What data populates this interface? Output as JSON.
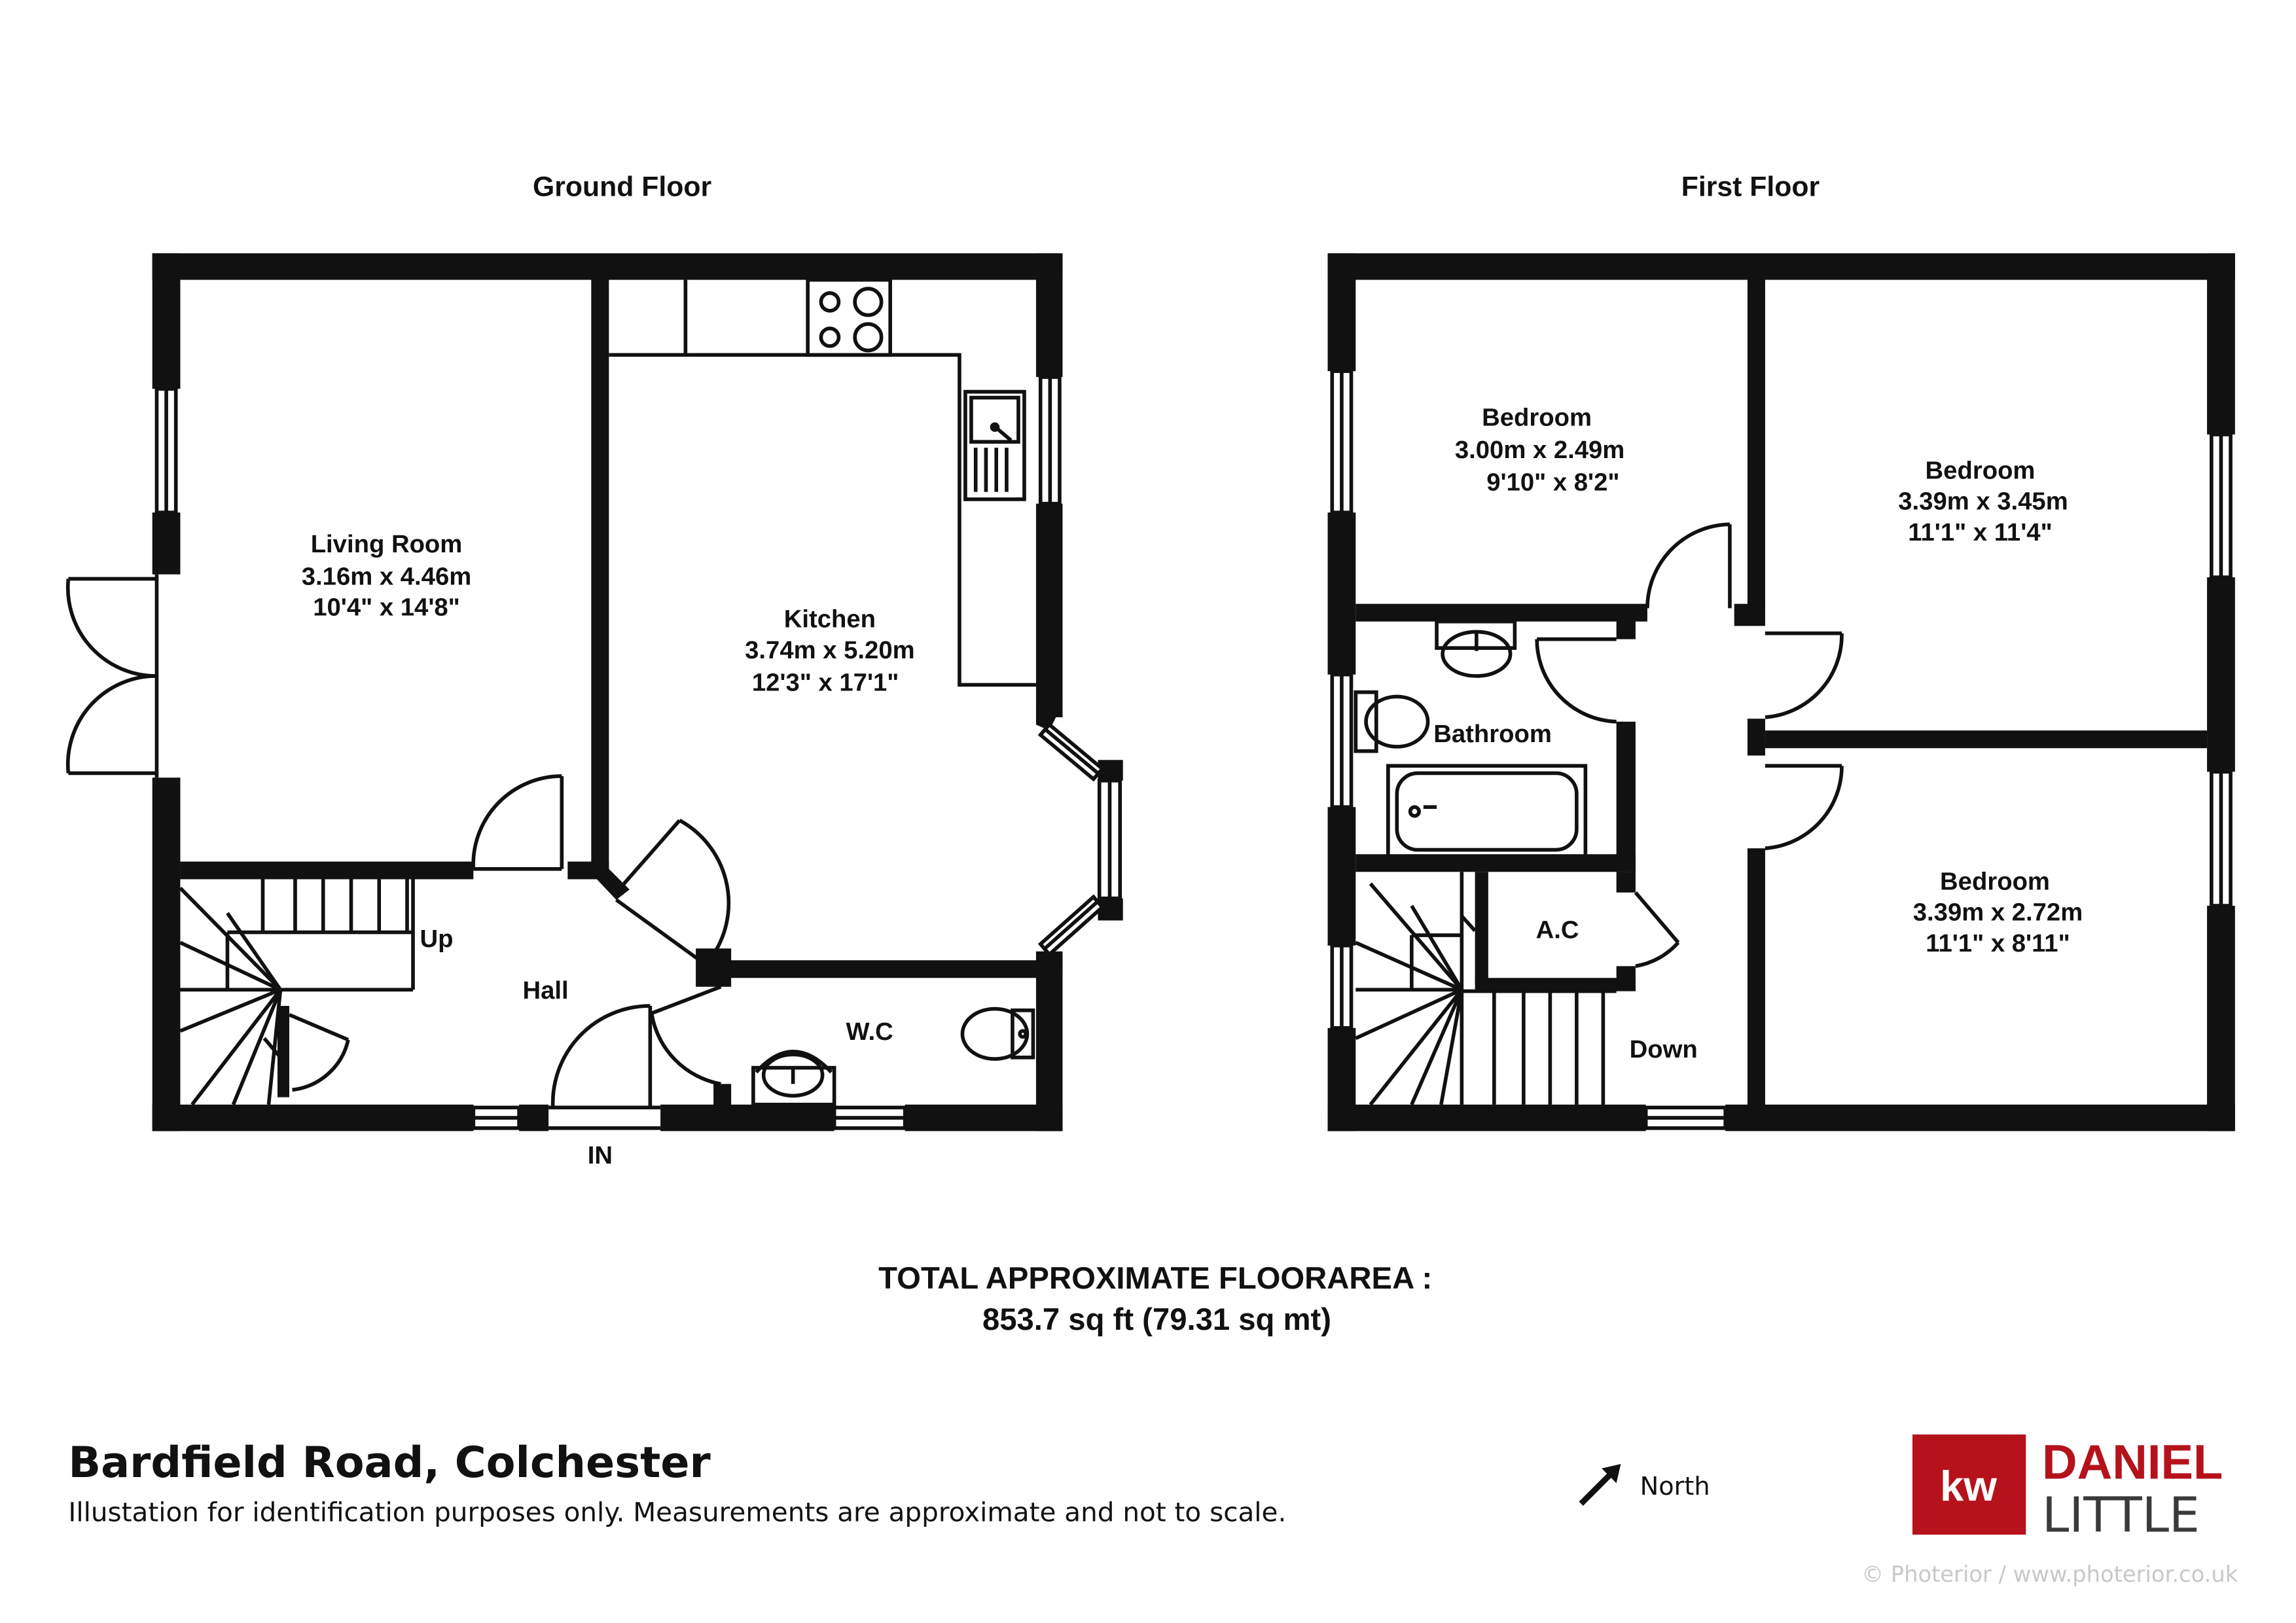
{
  "floors": {
    "ground": {
      "title": "Ground Floor",
      "rooms": {
        "living": {
          "name": "Living Room",
          "metric": "3.16m x 4.46m",
          "imperial": "10'4\"  x 14'8\""
        },
        "kitchen": {
          "name": "Kitchen",
          "metric": "3.74m x 5.20m",
          "imperial": "12'3\"  x 17'1\""
        },
        "hall": {
          "name": "Hall"
        },
        "wc": {
          "name": "W.C"
        }
      },
      "stairs_label": "Up",
      "entrance_label": "IN"
    },
    "first": {
      "title": "First Floor",
      "rooms": {
        "bed1": {
          "name": "Bedroom",
          "metric": "3.00m x 2.49m",
          "imperial": "9'10\"  x 8'2\""
        },
        "bed2": {
          "name": "Bedroom",
          "metric": "3.39m x 3.45m",
          "imperial": "11'1\"  x 11'4\""
        },
        "bed3": {
          "name": "Bedroom",
          "metric": "3.39m x 2.72m",
          "imperial": "11'1\"  x 8'11\""
        },
        "bath": {
          "name": "Bathroom"
        },
        "ac": {
          "name": "A.C"
        }
      },
      "stairs_label": "Down"
    }
  },
  "total": {
    "heading": "TOTAL APPROXIMATE FLOORAREA :",
    "value": "853.7 sq ft (79.31 sq mt)"
  },
  "address": "Bardfield Road, Colchester",
  "disclaimer": "Illustation for identification purposes only. Measurements are approximate and not to scale.",
  "compass": {
    "label": "North",
    "icon": "north-arrow-icon"
  },
  "logo": {
    "mark": "kw",
    "line1": "DANIEL",
    "line2": "LITTLE",
    "brand_color": "#b5121b",
    "text_color": "#3a3a3a"
  },
  "credit": "© Photerior / www.photerior.co.uk"
}
